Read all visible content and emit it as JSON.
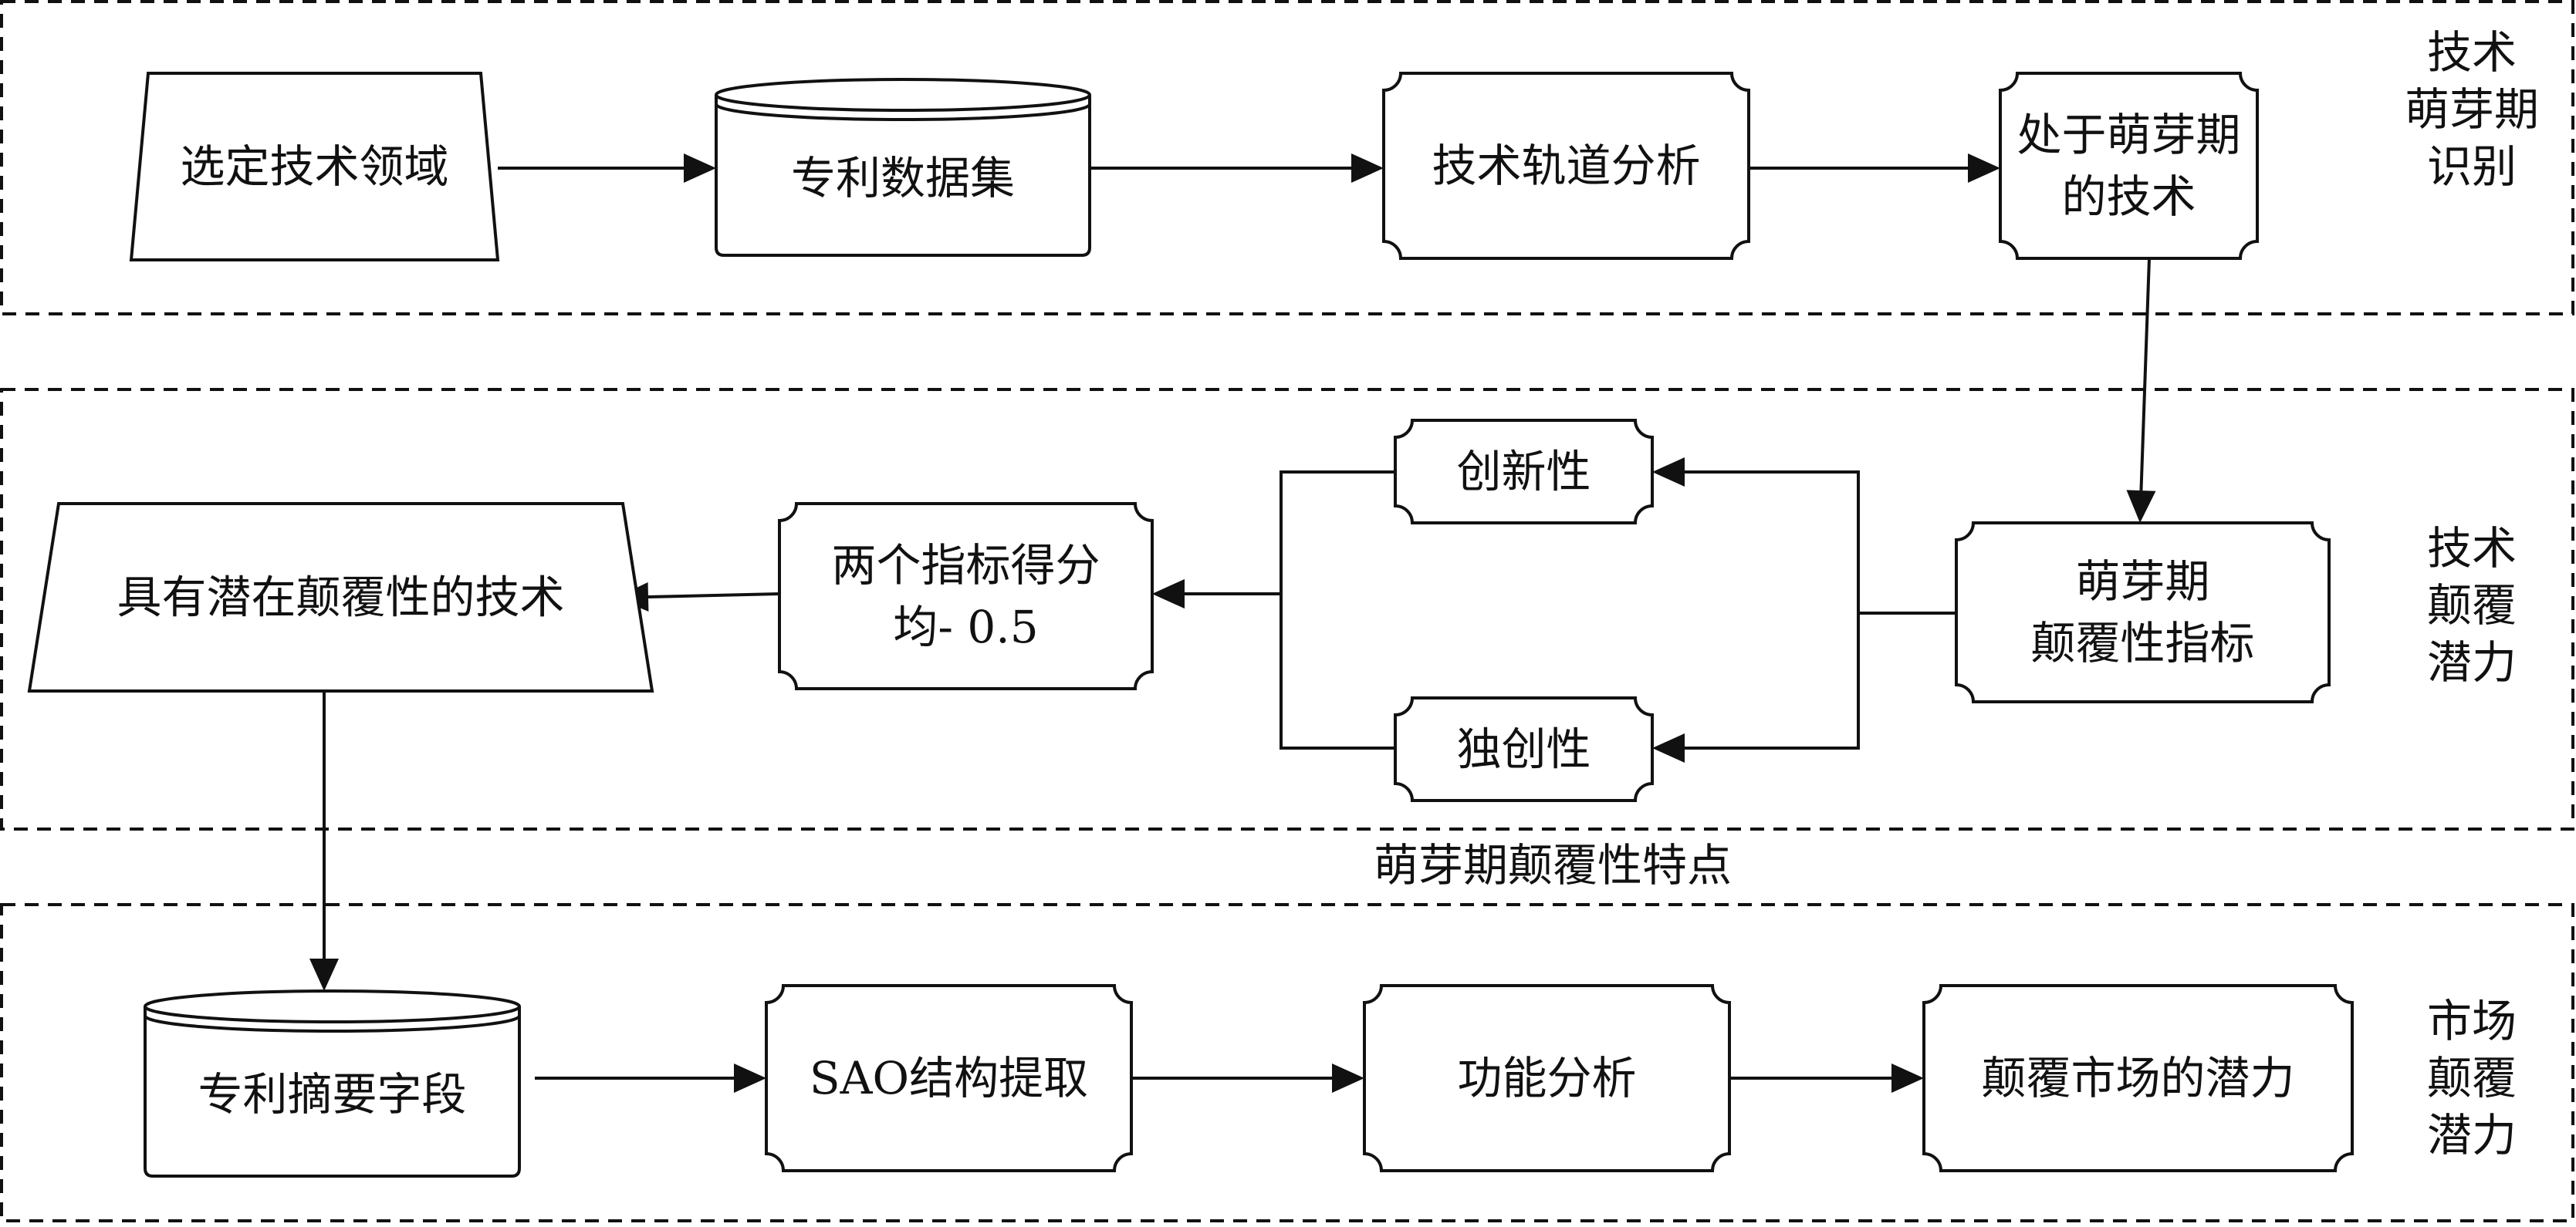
{
  "stages": [
    {
      "id": "stage1",
      "label_lines": [
        "技术",
        "萌芽期",
        "识别"
      ]
    },
    {
      "id": "stage2",
      "label_lines": [
        "技术",
        "颠覆",
        "潜力"
      ]
    },
    {
      "id": "stage3",
      "label_lines": [
        "市场",
        "颠覆",
        "潜力"
      ]
    }
  ],
  "middle_caption": "萌芽期颠覆性特点",
  "nodes": {
    "select_field": {
      "shape": "trapezoid",
      "lines": [
        "选定技术领域"
      ]
    },
    "patent_dataset": {
      "shape": "cylinder",
      "lines": [
        "专利数据集"
      ]
    },
    "trajectory_analysis": {
      "shape": "process",
      "lines": [
        "技术轨道分析"
      ]
    },
    "emerging_tech": {
      "shape": "process",
      "lines": [
        "处于萌芽期",
        "的技术"
      ]
    },
    "emerging_indicators": {
      "shape": "process",
      "lines": [
        "萌芽期",
        "颠覆性指标"
      ]
    },
    "innovativeness": {
      "shape": "process",
      "lines": [
        "创新性"
      ]
    },
    "originality": {
      "shape": "process",
      "lines": [
        "独创性"
      ]
    },
    "score_threshold": {
      "shape": "process",
      "lines": [
        "两个指标得分",
        "均- 0.5"
      ]
    },
    "potential_tech": {
      "shape": "trapezoid",
      "lines": [
        "具有潜在颠覆性的技术"
      ]
    },
    "abstract_field": {
      "shape": "cylinder",
      "lines": [
        "专利摘要字段"
      ]
    },
    "sao_extraction": {
      "shape": "process",
      "lines": [
        "SAO结构提取"
      ]
    },
    "function_analysis": {
      "shape": "process",
      "lines": [
        "功能分析"
      ]
    },
    "market_potential": {
      "shape": "process",
      "lines": [
        "颠覆市场的潜力"
      ]
    }
  },
  "edges": [
    [
      "select_field",
      "patent_dataset"
    ],
    [
      "patent_dataset",
      "trajectory_analysis"
    ],
    [
      "trajectory_analysis",
      "emerging_tech"
    ],
    [
      "emerging_tech",
      "emerging_indicators"
    ],
    [
      "emerging_indicators",
      "innovativeness"
    ],
    [
      "emerging_indicators",
      "originality"
    ],
    [
      "innovativeness",
      "score_threshold"
    ],
    [
      "originality",
      "score_threshold"
    ],
    [
      "score_threshold",
      "potential_tech"
    ],
    [
      "potential_tech",
      "abstract_field"
    ],
    [
      "abstract_field",
      "sao_extraction"
    ],
    [
      "sao_extraction",
      "function_analysis"
    ],
    [
      "function_analysis",
      "market_potential"
    ]
  ]
}
